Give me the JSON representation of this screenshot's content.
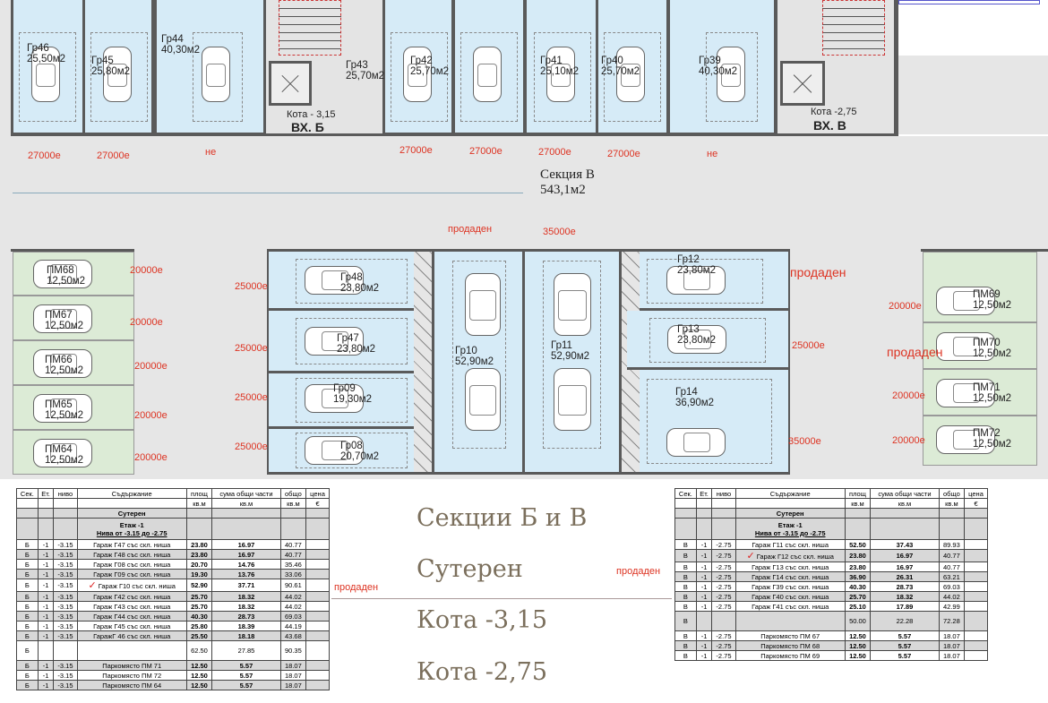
{
  "plan": {
    "top_garages": [
      {
        "name": "Гр46",
        "area": "25,50м2",
        "price": "27000е"
      },
      {
        "name": "Гр45",
        "area": "25,80м2",
        "price": "27000е"
      },
      {
        "name": "Гр44",
        "area": "40,30м2",
        "price": "не"
      },
      {
        "name": "Гр43",
        "area": "25,70м2",
        "price": "27000е"
      },
      {
        "name": "Гр42",
        "area": "25,70м2",
        "price": "27000е"
      },
      {
        "name": "Гр41",
        "area": "25,10м2",
        "price": "27000е"
      },
      {
        "name": "Гр40",
        "area": "25,70м2",
        "price": "27000е"
      },
      {
        "name": "Гр39",
        "area": "40,30м2",
        "price": "не"
      }
    ],
    "cores": [
      {
        "kota": "Кота - 3,15",
        "entrance": "ВХ. Б"
      },
      {
        "kota": "Кота -2,75",
        "entrance": "ВХ. В"
      }
    ],
    "section": {
      "name": "Секция В",
      "area": "543,1м2"
    },
    "aisle_labels": {
      "sold": "продаден",
      "price": "35000е"
    },
    "left_pm": [
      {
        "name": "ПМ68",
        "area": "12,50м2",
        "price": "20000е"
      },
      {
        "name": "ПМ67",
        "area": "12,50м2",
        "price": "20000е"
      },
      {
        "name": "ПМ66",
        "area": "12,50м2",
        "price": "20000е"
      },
      {
        "name": "ПМ65",
        "area": "12,50м2",
        "price": "20000е"
      },
      {
        "name": "ПМ64",
        "area": "12,50м2",
        "price": "20000е"
      }
    ],
    "mid_left": [
      {
        "name": "Гр48",
        "area": "23,80м2",
        "price": "25000е"
      },
      {
        "name": "Гр47",
        "area": "23,80м2",
        "price": "25000е"
      },
      {
        "name": "Гр09",
        "area": "19,30м2",
        "price": "25000е"
      },
      {
        "name": "Гр08",
        "area": "20,70м2",
        "price": "25000е"
      }
    ],
    "big": [
      {
        "name": "Гр10",
        "area": "52,90м2"
      },
      {
        "name": "Гр11",
        "area": "52,90м2"
      }
    ],
    "mid_right": [
      {
        "name": "Гр12",
        "area": "23,80м2",
        "price": "продаден"
      },
      {
        "name": "Гр13",
        "area": "23,80м2",
        "price": "25000е"
      },
      {
        "name": "Гр14",
        "area": "36,90м2",
        "price": "35000е"
      }
    ],
    "right_pm": [
      {
        "name": "ПМ69",
        "area": "12,50м2",
        "price": "20000е"
      },
      {
        "name": "ПМ70",
        "area": "12,50м2",
        "price": "продаден"
      },
      {
        "name": "ПМ71",
        "area": "12,50м2",
        "price": "20000е"
      },
      {
        "name": "ПМ72",
        "area": "12,50м2",
        "price": "20000е"
      }
    ]
  },
  "titles": [
    "Секции Б и В",
    "Сутерен",
    "Кота -3,15",
    "Кота -2,75"
  ],
  "sold_notes": [
    "продаден",
    "продаден"
  ],
  "tables": [
    {
      "header": [
        "Сек.",
        "Ет.",
        "ниво",
        "Съдържание",
        "площ",
        "сума общи части",
        "общо",
        "цена"
      ],
      "units": [
        "",
        "",
        "",
        "",
        "кв.м",
        "кв.м",
        "кв.м",
        "€"
      ],
      "group": [
        "Сутерен",
        "Етаж -1",
        "Нива от -3.15 до -2.75"
      ],
      "rows": [
        [
          "Б",
          "-1",
          "-3.15",
          "Гараж Г47 със скл. ниша",
          "23.80",
          "16.97",
          "40.77",
          ""
        ],
        [
          "Б",
          "-1",
          "-3.15",
          "Гараж Г48 със скл. ниша",
          "23.80",
          "16.97",
          "40.77",
          ""
        ],
        [
          "Б",
          "-1",
          "-3.15",
          "Гараж Г08 със скл. ниша",
          "20.70",
          "14.76",
          "35.46",
          ""
        ],
        [
          "Б",
          "-1",
          "-3.15",
          "Гараж Г09 със скл. ниша",
          "19.30",
          "13.76",
          "33.06",
          ""
        ],
        [
          "Б",
          "-1",
          "-3.15",
          "Гараж Г10 със скл. ниша",
          "52.90",
          "37.71",
          "90.61",
          ""
        ],
        [
          "Б",
          "-1",
          "-3.15",
          "Гараж Г42 със скл. ниша",
          "25.70",
          "18.32",
          "44.02",
          ""
        ],
        [
          "Б",
          "-1",
          "-3.15",
          "Гараж Г43 със скл. ниша",
          "25.70",
          "18.32",
          "44.02",
          ""
        ],
        [
          "Б",
          "-1",
          "-3.15",
          "Гараж Г44 със скл. ниша",
          "40.30",
          "28.73",
          "69.03",
          ""
        ],
        [
          "Б",
          "-1",
          "-3.15",
          "Гараж Г45 със скл. ниша",
          "25.80",
          "18.39",
          "44.19",
          ""
        ],
        [
          "Б",
          "-1",
          "-3.15",
          "ГаражГ 46 със скл. ниша",
          "25.50",
          "18.18",
          "43.68",
          ""
        ],
        [
          "Б",
          "",
          "",
          "",
          "62.50",
          "27.85",
          "90.35",
          ""
        ],
        [
          "Б",
          "-1",
          "-3.15",
          "Паркомясто ПМ 71",
          "12.50",
          "5.57",
          "18.07",
          ""
        ],
        [
          "Б",
          "-1",
          "-3.15",
          "Паркомясто ПМ 72",
          "12.50",
          "5.57",
          "18.07",
          ""
        ],
        [
          "Б",
          "-1",
          "-3.15",
          "Паркомясто ПМ 64",
          "12.50",
          "5.57",
          "18.07",
          ""
        ]
      ],
      "checked_row": 4
    },
    {
      "header": [
        "Сек.",
        "Ет.",
        "ниво",
        "Съдържание",
        "площ",
        "сума общи части",
        "общо",
        "цена"
      ],
      "units": [
        "",
        "",
        "",
        "",
        "кв.м",
        "кв.м",
        "кв.м",
        "€"
      ],
      "group": [
        "Сутерен",
        "Етаж -1",
        "Нива от -3.15 до -2.75"
      ],
      "rows": [
        [
          "В",
          "-1",
          "-2.75",
          "Гараж Г11 със скл. ниша",
          "52.50",
          "37.43",
          "89.93",
          ""
        ],
        [
          "В",
          "-1",
          "-2.75",
          "Гараж Г12 със скл. ниша",
          "23.80",
          "16.97",
          "40.77",
          ""
        ],
        [
          "В",
          "-1",
          "-2.75",
          "Гараж Г13 със скл. ниша",
          "23.80",
          "16.97",
          "40.77",
          ""
        ],
        [
          "В",
          "-1",
          "-2.75",
          "Гараж Г14 със скл. ниша",
          "36.90",
          "26.31",
          "63.21",
          ""
        ],
        [
          "В",
          "-1",
          "-2.75",
          "Гараж Г39 със скл. ниша",
          "40.30",
          "28.73",
          "69.03",
          ""
        ],
        [
          "В",
          "-1",
          "-2.75",
          "Гараж Г40 със скл. ниша",
          "25.70",
          "18.32",
          "44.02",
          ""
        ],
        [
          "В",
          "-1",
          "-2.75",
          "Гараж Г41 със скл. ниша",
          "25.10",
          "17.89",
          "42.99",
          ""
        ],
        [
          "В",
          "",
          "",
          "",
          "50.00",
          "22.28",
          "72.28",
          ""
        ],
        [
          "В",
          "-1",
          "-2.75",
          "Паркомясто ПМ 67",
          "12.50",
          "5.57",
          "18.07",
          ""
        ],
        [
          "В",
          "-1",
          "-2.75",
          "Паркомясто ПМ 68",
          "12.50",
          "5.57",
          "18.07",
          ""
        ],
        [
          "В",
          "-1",
          "-2.75",
          "Паркомясто ПМ 69",
          "12.50",
          "5.57",
          "18.07",
          ""
        ]
      ],
      "checked_row": 1
    }
  ]
}
